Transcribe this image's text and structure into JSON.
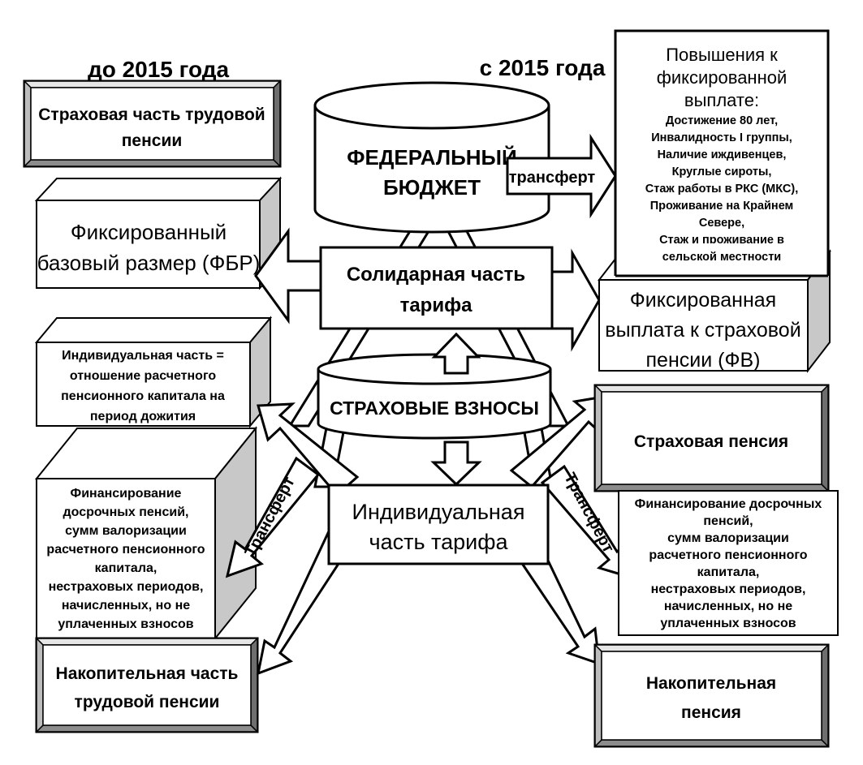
{
  "headers": {
    "before": "до 2015 года",
    "after": "с 2015 года"
  },
  "left": {
    "insurance_part": [
      "Страховая часть трудовой",
      "пенсии"
    ],
    "fbr": [
      "Фиксированный",
      "базовый размер (ФБР)"
    ],
    "individual_part": [
      "Индивидуальная  часть =",
      "отношение расчетного",
      "пенсионного капитала на",
      "период дожития"
    ],
    "financing": [
      "Финансирование",
      "досрочных пенсий,",
      "сумм валоризации",
      "расчетного пенсионного",
      "капитала,",
      "нестраховых периодов,",
      "начисленных, но не",
      "уплаченных взносов"
    ],
    "funded_part": [
      "Накопительная часть",
      "трудовой пенсии"
    ]
  },
  "center": {
    "federal_budget": [
      "ФЕДЕРАЛЬНЫЙ",
      "БЮДЖЕТ"
    ],
    "solidary_tariff": [
      "Солидарная часть",
      "тарифа"
    ],
    "contributions": "СТРАХОВЫЕ ВЗНОСЫ",
    "individual_tariff": [
      "Индивидуальная",
      "часть  тарифа"
    ],
    "transfer_small": "трансферт",
    "transfer_left": "Трансферт",
    "transfer_right": "Трансферт"
  },
  "right": {
    "increases": [
      "Повышения к",
      "фиксированной",
      "выплате:"
    ],
    "increases_list": [
      "Достижение 80 лет,",
      "Инвалидность  I группы,",
      "Наличие иждивенцев,",
      "Круглые сироты,",
      "Стаж работы в РКС (МКС),",
      "Проживание на Крайнем",
      "Севере,",
      "Стаж и проживание в",
      "сельской местности"
    ],
    "fixed_payment": [
      "Фиксированная",
      "выплата к страховой",
      "пенсии (ФВ)"
    ],
    "insurance_pension": "Страховая пенсия",
    "financing": [
      "Финансирование досрочных",
      "пенсий,",
      "сумм валоризации",
      "расчетного пенсионного",
      "капитала,",
      "нестраховых периодов,",
      "начисленных, но не",
      "уплаченных взносов"
    ],
    "funded_pension": [
      "Накопительная",
      "пенсия"
    ]
  },
  "colors": {
    "stroke": "#000000",
    "fill": "#ffffff",
    "shade": "#d9d9d9",
    "dark": "#9a9a9a"
  }
}
